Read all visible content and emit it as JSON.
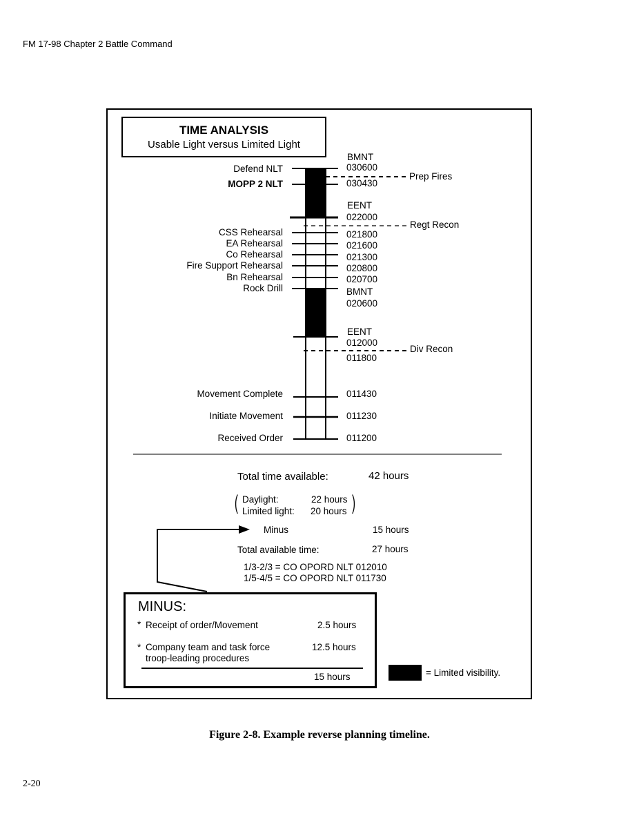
{
  "header": "FM 17-98 Chapter 2 Battle Command",
  "page_number": "2-20",
  "caption": "Figure 2-8. Example reverse planning timeline.",
  "title": {
    "heading": "TIME ANALYSIS",
    "subtitle": "Usable Light versus Limited Light"
  },
  "left_labels": [
    "Defend NLT",
    "MOPP 2 NLT",
    "CSS Rehearsal",
    "EA Rehearsal",
    "Co Rehearsal",
    "Fire Support Rehearsal",
    "Bn Rehearsal",
    "Rock Drill",
    "Movement Complete",
    "Initiate Movement",
    "Received Order"
  ],
  "right_labels": [
    "BMNT",
    "030600",
    "030430",
    "EENT",
    "022000",
    "021800",
    "021600",
    "021300",
    "020800",
    "020700",
    "BMNT",
    "020600",
    "EENT",
    "012000",
    "011800",
    "011430",
    "011230",
    "011200"
  ],
  "dashed_labels": [
    "Prep Fires",
    "Regt Recon",
    "Div Recon"
  ],
  "summary": {
    "total_time_label": "Total time available:",
    "total_time_value": "42 hours",
    "daylight_label": "Daylight:",
    "daylight_value": "22 hours",
    "limited_label": "Limited light:",
    "limited_value": "20 hours",
    "minus_label": "Minus",
    "minus_value": "15 hours",
    "available_label": "Total available time:",
    "available_value": "27 hours",
    "rule1": "1/3-2/3 = CO OPORD NLT 012010",
    "rule2": "1/5-4/5 = CO OPORD NLT 011730"
  },
  "minus_box": {
    "title": "MINUS:",
    "item1_label": "Receipt of order/Movement",
    "item1_value": "2.5 hours",
    "item2_label_line1": "Company team and task force",
    "item2_label_line2": "troop-leading procedures",
    "item2_value": "12.5 hours",
    "total": "15 hours"
  },
  "legend": {
    "label": "= Limited visibility.",
    "color": "#000000"
  }
}
